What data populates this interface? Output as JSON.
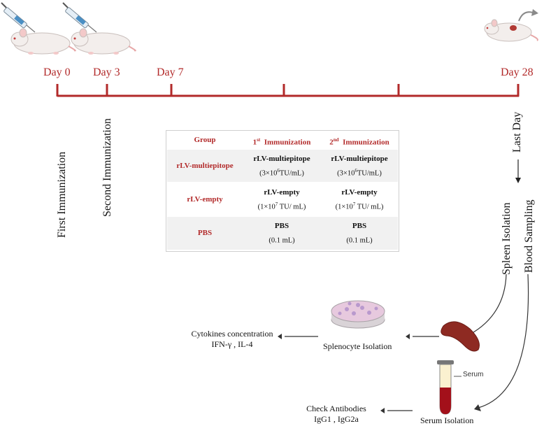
{
  "timeline": {
    "days": [
      "Day 0",
      "Day 3",
      "Day 7",
      "Day 28"
    ],
    "labels": {
      "first": "First Immunization",
      "second": "Second Immunization",
      "last_day": "Last Day",
      "spleen": "Spleen Isolation",
      "blood": "Blood Sampling"
    }
  },
  "table": {
    "headers": {
      "group": "Group",
      "imm1_num": "1",
      "imm1_sup": "st",
      "imm1_text": "Immunization",
      "imm2_num": "2",
      "imm2_sup": "nd",
      "imm2_text": "Immunization"
    },
    "rows": [
      {
        "group": "rLV-multiepitope",
        "c1_name": "rLV-multiepitope",
        "c1_pre": "(3×10",
        "c1_sup": "6",
        "c1_post": "TU/mL)",
        "c2_name": "rLV-multiepitope",
        "c2_pre": "(3×10",
        "c2_sup": "6",
        "c2_post": "TU/mL)"
      },
      {
        "group": "rLV-empty",
        "c1_name": "rLV-empty",
        "c1_pre": "(1×10",
        "c1_sup": "7",
        "c1_post": " TU/ mL)",
        "c2_name": "rLV-empty",
        "c2_pre": "(1×10",
        "c2_sup": "7",
        "c2_post": " TU/ mL)"
      },
      {
        "group": "PBS",
        "c1_name": "PBS",
        "c1_pre": "(0.1 mL)",
        "c1_sup": "",
        "c1_post": "",
        "c2_name": "PBS",
        "c2_pre": "(0.1 mL)",
        "c2_sup": "",
        "c2_post": ""
      }
    ]
  },
  "flow": {
    "cytokines_title": "Cytokines concentration",
    "cytokines_items": "IFN-γ , IL-4",
    "splenocyte": "Splenocyte Isolation",
    "antibodies_title": "Check Antibodies",
    "antibodies_items": "IgG1 , IgG2a",
    "serum_isolation": "Serum Isolation",
    "serum_tube_label": "Serum"
  },
  "colors": {
    "accent": "#b22a2a",
    "row_shade": "#f1f1f1",
    "spleen": "#8e2a22",
    "blood": "#a3101a",
    "dish": "#e7c9de"
  },
  "icons": [
    "mouse-icon",
    "syringe-icon",
    "spleen-icon",
    "petri-dish-icon",
    "test-tube-icon"
  ]
}
